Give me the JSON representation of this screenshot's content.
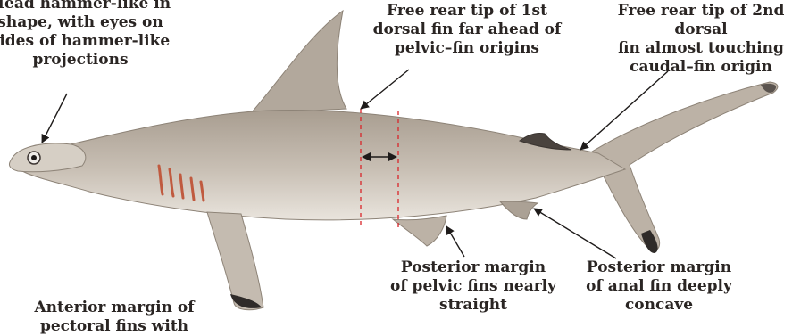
{
  "colors": {
    "body": "#bdb3a7",
    "belly": "#f4f1ec",
    "fin_tip": "#2f2b29",
    "gill_slit": "#c05a3f",
    "guide_line": "#d9252a",
    "arrow": "#1e1b1a"
  },
  "annotations": {
    "head_shape": "Head hammer-like in\nshape, with eyes on\nsides of hammer-like\nprojections",
    "first_dorsal": "Free rear tip of 1st\ndorsal fin far ahead of\npelvic–fin origins",
    "second_dorsal": "Free rear tip of 2nd dorsal\nfin almost touching\ncaudal–fin origin",
    "pelvic_fins": "Posterior margin\nof pelvic fins nearly\nstraight",
    "anal_fin": "Posterior margin\nof anal fin deeply\nconcave",
    "pectoral_fins": "Anterior margin of\npectoral fins with"
  }
}
